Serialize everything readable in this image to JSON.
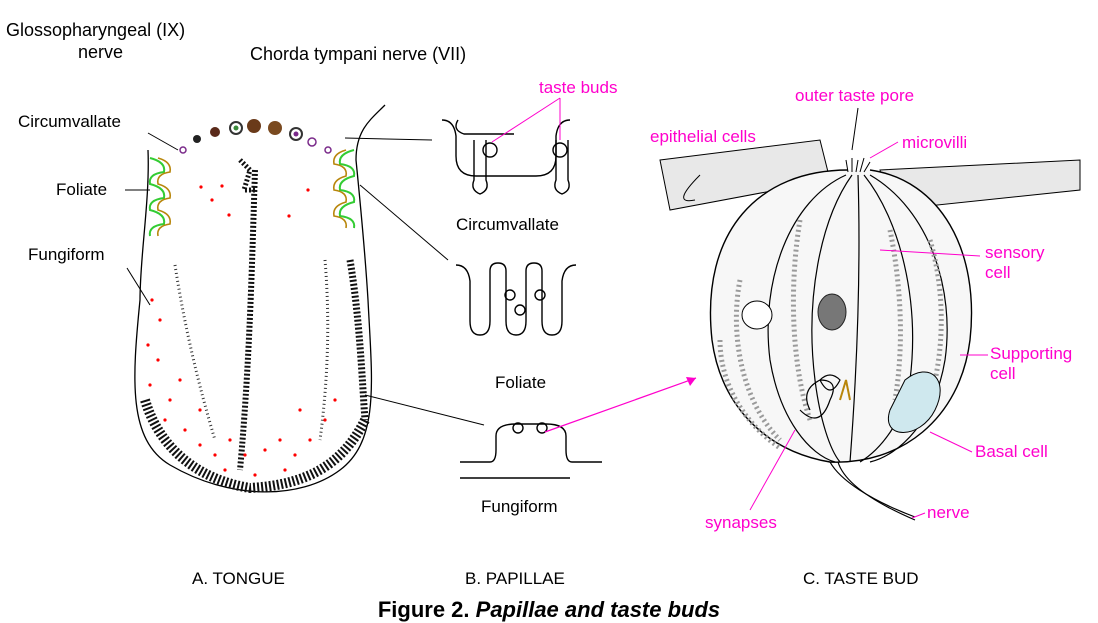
{
  "colors": {
    "background": "#ffffff",
    "label_black": "#000000",
    "label_pink": "#ff00cc",
    "taste_dot_red": "#ff0000",
    "stipple_gray": "#9a9a9a",
    "foliate_green": "#33cc33",
    "foliate_brown": "#b8860b"
  },
  "tongue": {
    "glossopharyngeal_line1": "Glossopharyngeal (IX)",
    "glossopharyngeal_line2": "nerve",
    "chorda_tympani": "Chorda tympani nerve (VII)",
    "circumvallate": "Circumvallate",
    "foliate": "Foliate",
    "fungiform": "Fungiform",
    "panel_label": "A.  TONGUE"
  },
  "papillae": {
    "taste_buds": "taste buds",
    "circumvallate": "Circumvallate",
    "foliate": "Foliate",
    "fungiform": "Fungiform",
    "panel_label": "B. PAPILLAE"
  },
  "taste_bud": {
    "outer_taste_pore": "outer taste pore",
    "epithelial_cells": "epithelial cells",
    "microvilli": "microvilli",
    "sensory_line1": "sensory",
    "sensory_line2": "cell",
    "supporting_line1": "Supporting",
    "supporting_line2": "cell",
    "basal_cell": "Basal cell",
    "synapses": "synapses",
    "nerve": "nerve",
    "panel_label": "C. TASTE BUD"
  },
  "figure_caption": {
    "prefix": "Figure 2.",
    "title": "Papillae and taste buds"
  }
}
